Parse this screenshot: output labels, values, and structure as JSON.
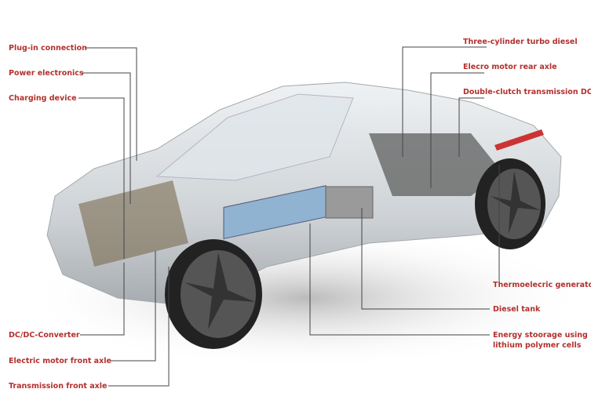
{
  "colors": {
    "label": "#b3302e",
    "leader": "#444444"
  },
  "labels": {
    "plug_in": "Plug-in connection",
    "power_electronics": "Power electronics",
    "charging_device": "Charging device",
    "dcdc": "DC/DC-Converter",
    "motor_front": "Electric motor front axle",
    "transmission_front": "Transmission front axle",
    "three_cyl": "Three-cylinder turbo diesel",
    "motor_rear": "Elecro motor rear axle",
    "dct": "Double-clutch transmission DCT",
    "thermo": "Thermoelecric generator",
    "diesel_tank": "Diesel tank",
    "energy_1": "Energy stoorage using",
    "energy_2": "lithium polymer cells"
  }
}
